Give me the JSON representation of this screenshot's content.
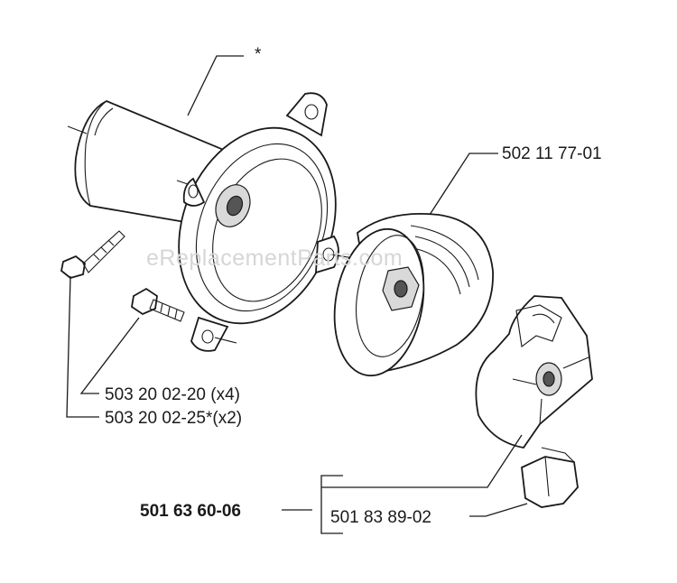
{
  "watermark": "eReplacementParts.com",
  "callouts": {
    "housing_mark": "*",
    "clutch_drum": "502 11 77-01",
    "screw_a": "503 20 02-20 (x4)",
    "screw_b": "503 20 02-25*(x2)",
    "clutch_assembly": "501 63 60-06",
    "clutch_spring": "501 83 89-02"
  },
  "parts": {
    "gear_housing": {
      "icon": "gear-housing-drawing"
    },
    "clutch_drum": {
      "icon": "clutch-drum-drawing"
    },
    "clutch_shoes": {
      "icon": "clutch-shoes-drawing"
    },
    "spring_clip": {
      "icon": "spring-clip-drawing"
    },
    "screw_long": {
      "icon": "hex-screw-drawing"
    },
    "screw_short": {
      "icon": "hex-screw-drawing"
    }
  }
}
